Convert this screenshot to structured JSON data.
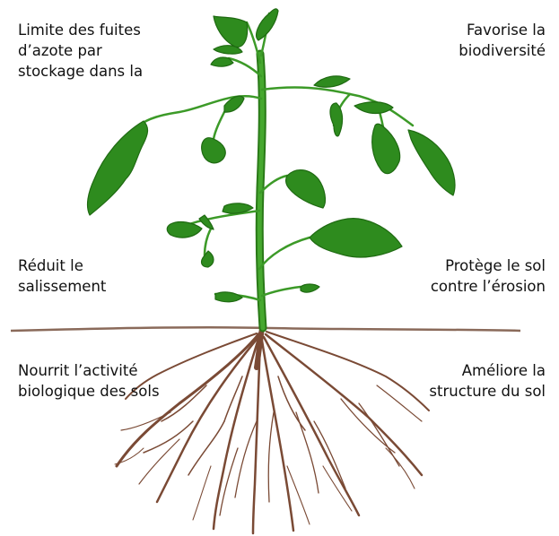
{
  "labels": {
    "nitrogen": [
      "Limite des fuites",
      "d’azote par",
      "stockage dans la"
    ],
    "biodiversity": [
      "Favorise la",
      "biodiversité"
    ],
    "weeds": [
      "Réduit le",
      "salissement"
    ],
    "erosion": [
      "Protège le sol",
      "contre l’érosion"
    ],
    "soil_biology": [
      "Nourrit l’activité",
      "biologique des sols"
    ],
    "soil_structure": [
      "Améliore la",
      "structure du sol"
    ]
  },
  "colors": {
    "leaf": "#2e8b1e",
    "leaf_outline": "#1f6a12",
    "stem": "#3c9a28",
    "root": "#7a4a35",
    "ground": "#8a6a5a"
  }
}
